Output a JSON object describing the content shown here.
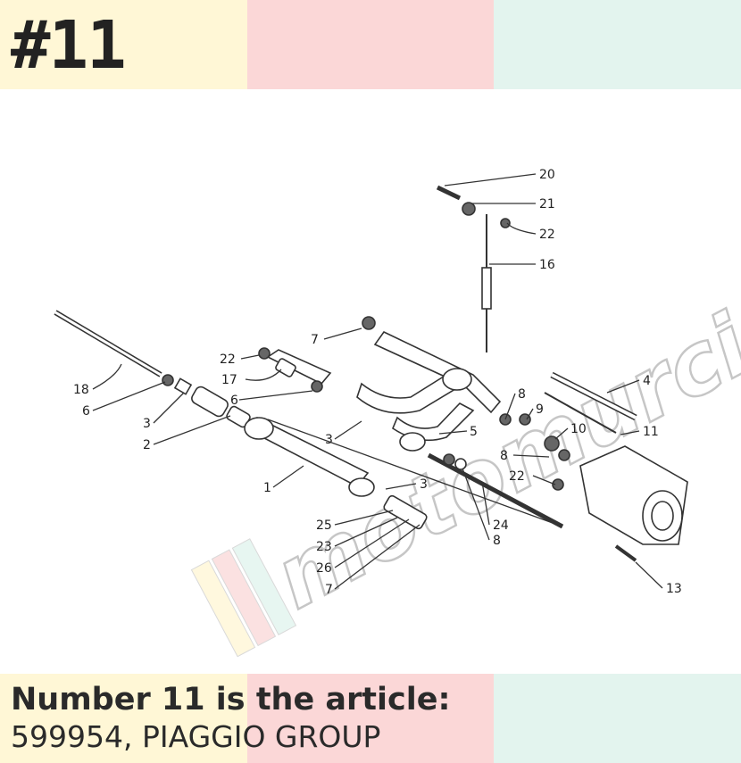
{
  "heading": "#11",
  "caption": {
    "line1": "Number 11 is the article:",
    "line2": "599954, PIAGGIO GROUP"
  },
  "watermark": "motomurcia",
  "colors": {
    "band_yellow": "#fff7d6",
    "band_pink": "#fbd7d7",
    "band_green": "#e3f4ee"
  },
  "callouts": [
    "20",
    "21",
    "22",
    "16",
    "7",
    "22",
    "17",
    "6",
    "18",
    "6",
    "3",
    "2",
    "3",
    "1",
    "3",
    "25",
    "23",
    "26",
    "7",
    "5",
    "8",
    "9",
    "10",
    "11",
    "4",
    "8",
    "22",
    "24",
    "8",
    "13"
  ]
}
